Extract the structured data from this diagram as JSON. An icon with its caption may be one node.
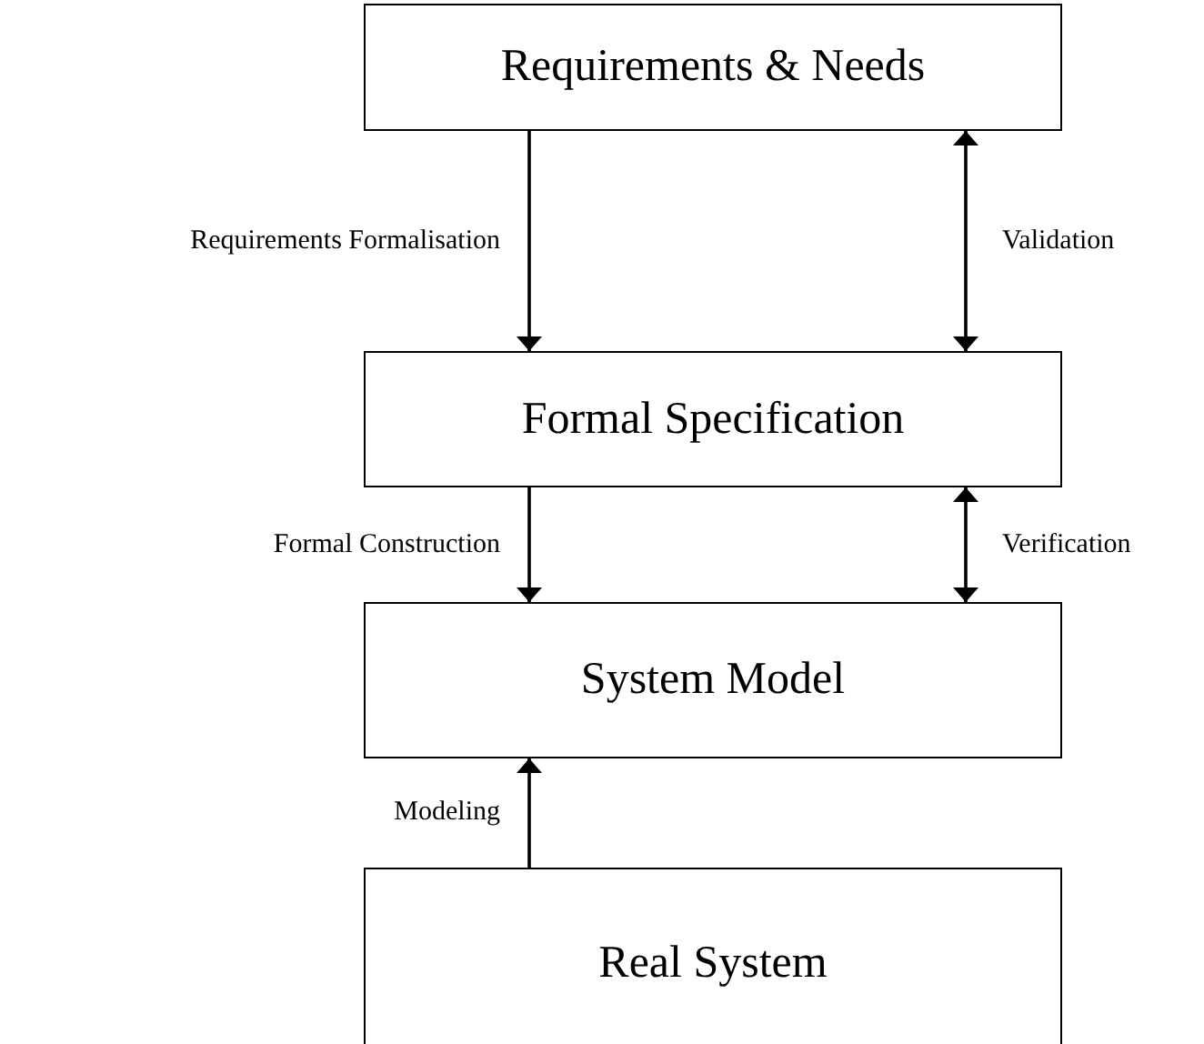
{
  "diagram": {
    "nodes": [
      {
        "text": [
          "Requirements & Needs"
        ]
      },
      {
        "text": [
          "Formal Specification"
        ]
      },
      {
        "text": [
          "System Model"
        ]
      },
      {
        "text": [
          "Real System"
        ]
      }
    ],
    "edges": [
      {
        "from": 0,
        "to": 1,
        "arrow": "to",
        "label": "Requirements Formalisation"
      },
      {
        "from": 0,
        "to": 1,
        "arrow": "both",
        "label": "Validation"
      },
      {
        "from": 1,
        "to": 2,
        "arrow": "to",
        "label": "Formal Construction"
      },
      {
        "from": 1,
        "to": 2,
        "arrow": "both",
        "label": "Verification"
      },
      {
        "from": 3,
        "to": 2,
        "arrow": "to",
        "label": "Modeling"
      }
    ]
  }
}
